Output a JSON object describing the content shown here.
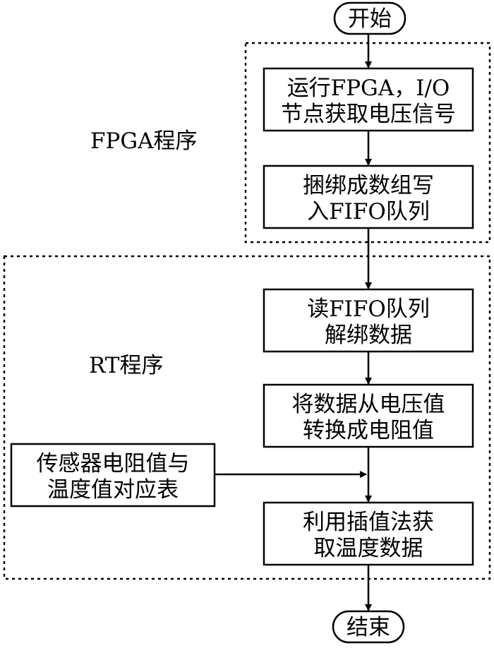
{
  "regions": {
    "fpga": {
      "label": "FPGA程序"
    },
    "rt": {
      "label": "RT程序"
    }
  },
  "nodes": {
    "start": {
      "label": "开始"
    },
    "run_fpga": {
      "line1": "运行FPGA，I/O",
      "line2": "节点获取电压信号"
    },
    "bundle": {
      "line1": "捆绑成数组写",
      "line2": "入FIFO队列"
    },
    "read_fifo": {
      "line1": "读FIFO队列",
      "line2": "解绑数据"
    },
    "convert": {
      "line1": "将数据从电压值",
      "line2": "转换成电阻值"
    },
    "lookup_table": {
      "line1": "传感器电阻值与",
      "line2": "温度值对应表"
    },
    "interpolate": {
      "line1": "利用插值法获",
      "line2": "取温度数据"
    },
    "end": {
      "label": "结束"
    }
  }
}
